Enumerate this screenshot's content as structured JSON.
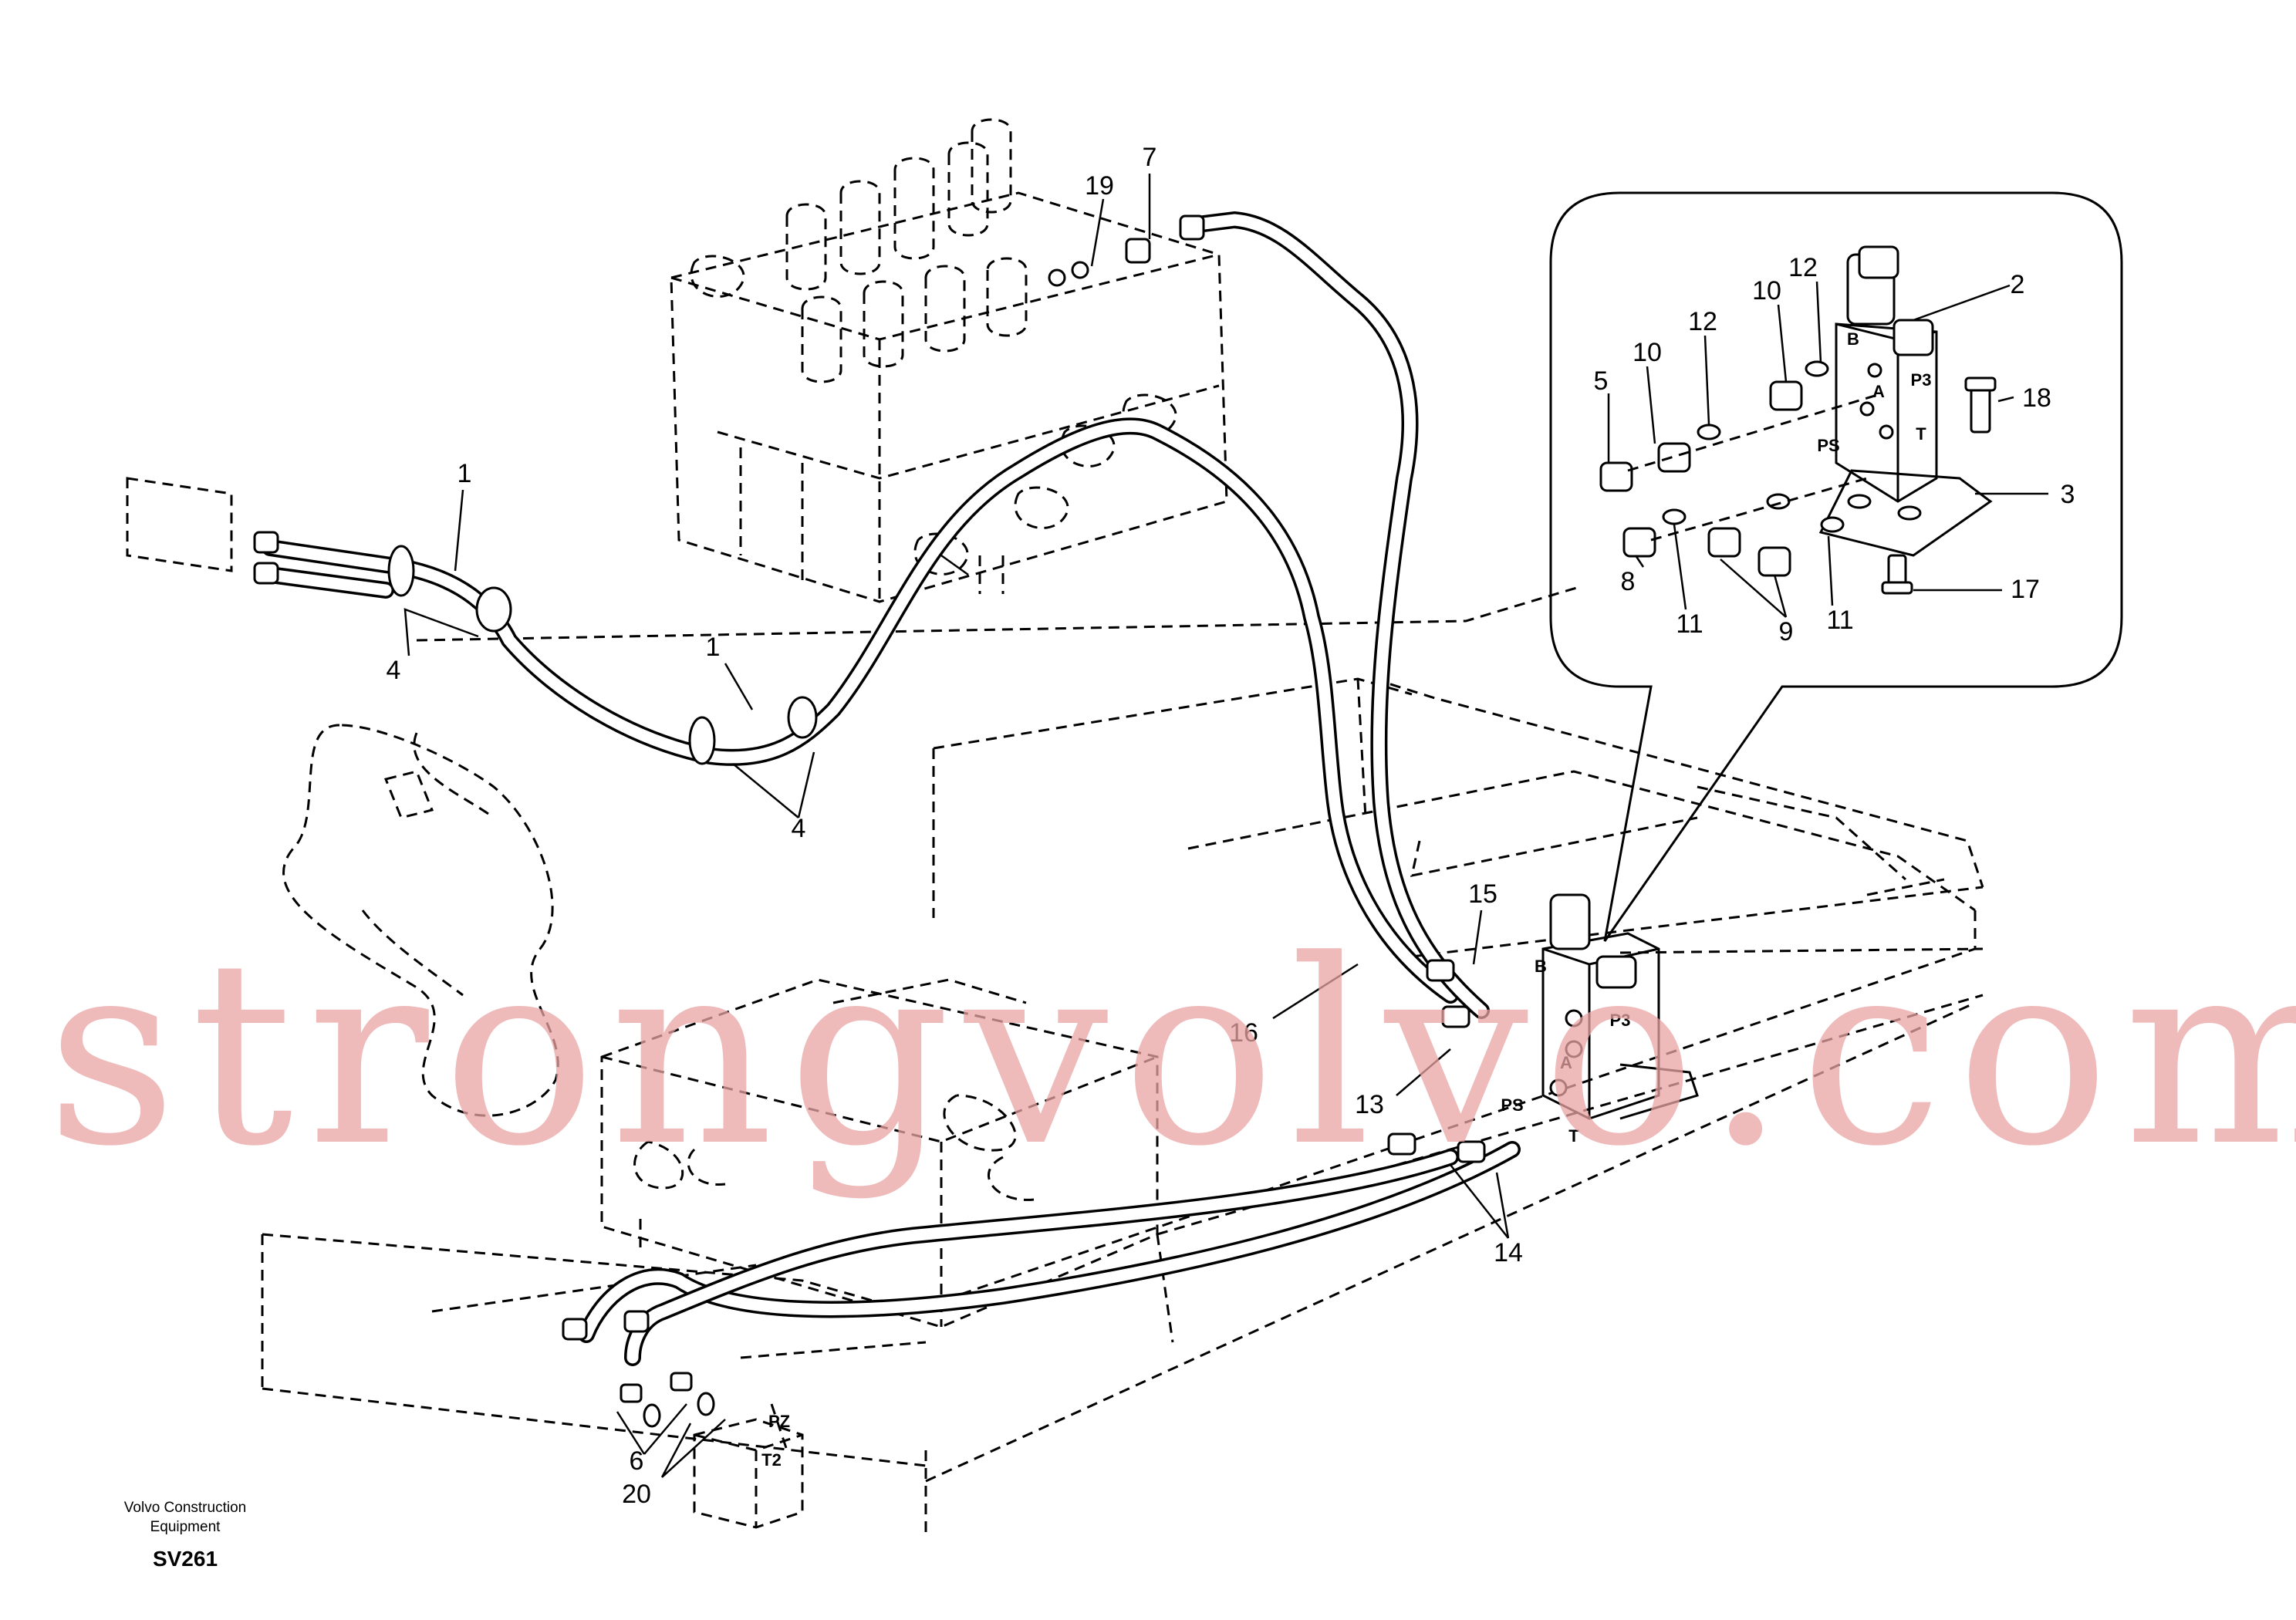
{
  "figure": {
    "code": "SV261",
    "publisher_line1": "Volvo Construction",
    "publisher_line2": "Equipment",
    "watermark": "strongvolvo.com"
  },
  "callouts": [
    {
      "id": "c1a",
      "text": "1"
    },
    {
      "id": "c1b",
      "text": "1"
    },
    {
      "id": "c2",
      "text": "2"
    },
    {
      "id": "c3",
      "text": "3"
    },
    {
      "id": "c4a",
      "text": "4"
    },
    {
      "id": "c4b",
      "text": "4"
    },
    {
      "id": "c5",
      "text": "5"
    },
    {
      "id": "c6",
      "text": "6"
    },
    {
      "id": "c7",
      "text": "7"
    },
    {
      "id": "c8",
      "text": "8"
    },
    {
      "id": "c9",
      "text": "9"
    },
    {
      "id": "c10a",
      "text": "10"
    },
    {
      "id": "c10b",
      "text": "10"
    },
    {
      "id": "c11a",
      "text": "11"
    },
    {
      "id": "c11b",
      "text": "11"
    },
    {
      "id": "c12a",
      "text": "12"
    },
    {
      "id": "c12b",
      "text": "12"
    },
    {
      "id": "c13",
      "text": "13"
    },
    {
      "id": "c14",
      "text": "14"
    },
    {
      "id": "c15",
      "text": "15"
    },
    {
      "id": "c16",
      "text": "16"
    },
    {
      "id": "c17",
      "text": "17"
    },
    {
      "id": "c18",
      "text": "18"
    },
    {
      "id": "c19",
      "text": "19"
    },
    {
      "id": "c20",
      "text": "20"
    }
  ],
  "port_labels": {
    "detail_B": "B",
    "detail_A": "A",
    "detail_P3": "P3",
    "detail_T": "T",
    "detail_PS": "PS",
    "main_B": "B",
    "main_P3": "P3",
    "main_PS": "PS",
    "main_T": "T",
    "main_A": "A",
    "lower_PZ": "PZ",
    "lower_T2": "T2"
  }
}
